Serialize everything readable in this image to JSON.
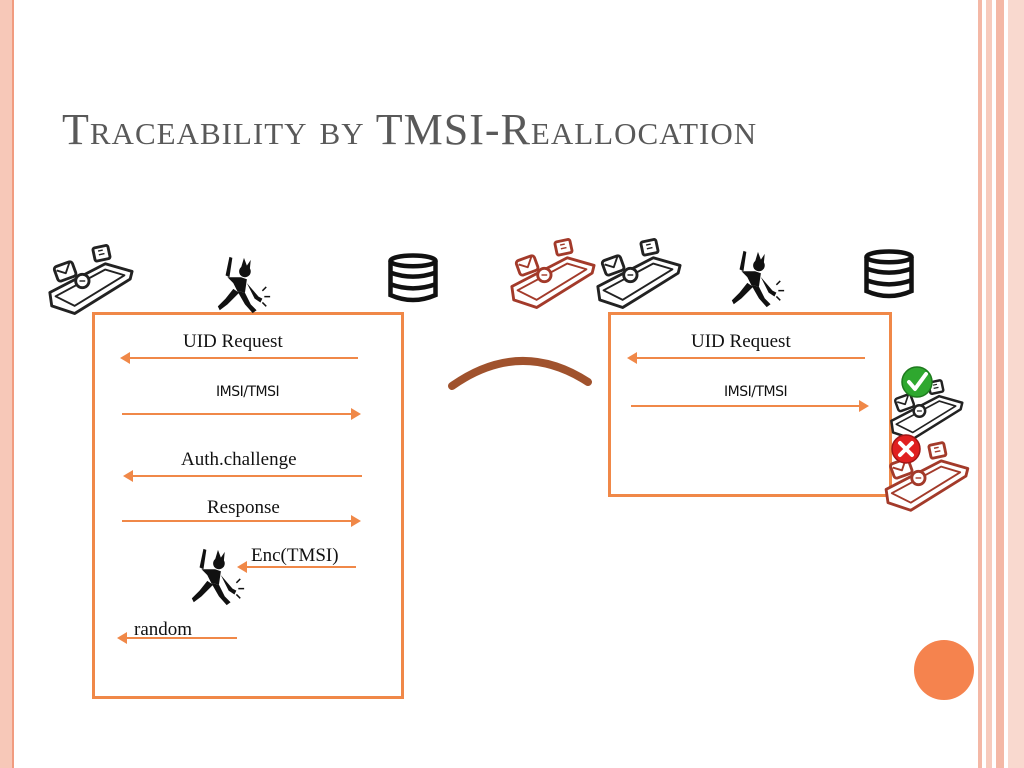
{
  "slide": {
    "title": "Traceability by TMSI-Reallocation"
  },
  "left_panel": {
    "uid_request": "UID Request",
    "imsi_tmsi": "IMSI/TMSI",
    "auth_challenge": "Auth.challenge",
    "response": "Response",
    "enc_tmsi": "Enc(TMSI)",
    "random": "random"
  },
  "right_panel": {
    "uid_request": "UID Request",
    "imsi_tmsi": "IMSI/TMSI"
  },
  "icons": [
    "phone-icon",
    "attacker-icon",
    "database-icon",
    "checkmark-icon",
    "cross-icon"
  ],
  "colors": {
    "accent": "#f08848",
    "phone_outline": "#222222",
    "suspect_phone": "#a33a2a",
    "title": "#595959",
    "success": "#2fa82f",
    "failure": "#e02020",
    "dot": "#f5834e"
  }
}
